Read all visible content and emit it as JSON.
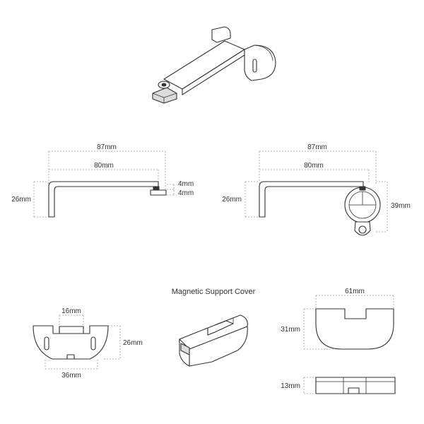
{
  "side_view_plain": {
    "overall_length": "87mm",
    "arm_length": "80mm",
    "top_thickness": "4mm",
    "bottom_thickness": "4mm",
    "height": "26mm"
  },
  "side_view_with_mount": {
    "overall_length": "87mm",
    "arm_length": "80mm",
    "height": "26mm",
    "mount_height": "39mm"
  },
  "front_view": {
    "slot_width": "16mm",
    "height": "26mm",
    "base_width": "36mm"
  },
  "magnetic_cover": {
    "title": "Magnetic Support Cover",
    "width": "61mm",
    "height": "31mm",
    "thickness": "13mm"
  }
}
